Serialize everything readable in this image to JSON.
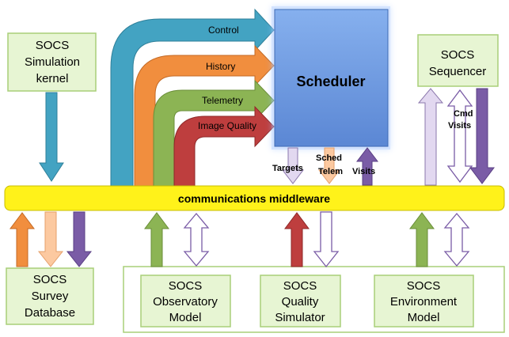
{
  "boxes": {
    "sim_kernel": [
      "SOCS",
      "Simulation",
      "kernel"
    ],
    "sequencer": [
      "SOCS",
      "Sequencer"
    ],
    "scheduler": "Scheduler",
    "survey_db": [
      "SOCS",
      "Survey",
      "Database"
    ],
    "observatory": [
      "SOCS",
      "Observatory",
      "Model"
    ],
    "quality": [
      "SOCS",
      "Quality",
      "Simulator"
    ],
    "environment": [
      "SOCS",
      "Environment",
      "Model"
    ]
  },
  "middleware": "communications middleware",
  "flows": {
    "control": "Control",
    "history": "History",
    "telemetry": "Telemetry",
    "image_quality": "Image Quality"
  },
  "scheduler_labels": {
    "targets": "Targets",
    "sched_telem": [
      "Sched",
      "Telem"
    ],
    "visits": "Visits"
  },
  "sequencer_labels": [
    "Cmd",
    "Visits"
  ],
  "colors": {
    "box_fill": "#e7f5d3",
    "box_border": "#a9cf78",
    "scheduler": "#6f9ae0",
    "middleware": "#fff21a",
    "control": "#43a3c2",
    "history": "#f18e3e",
    "telemetry": "#8cb454",
    "image_quality": "#be3e3e",
    "purple": "#7a5ca6",
    "light_purple": "#e2d8f0",
    "peach": "#fcc9a0"
  }
}
